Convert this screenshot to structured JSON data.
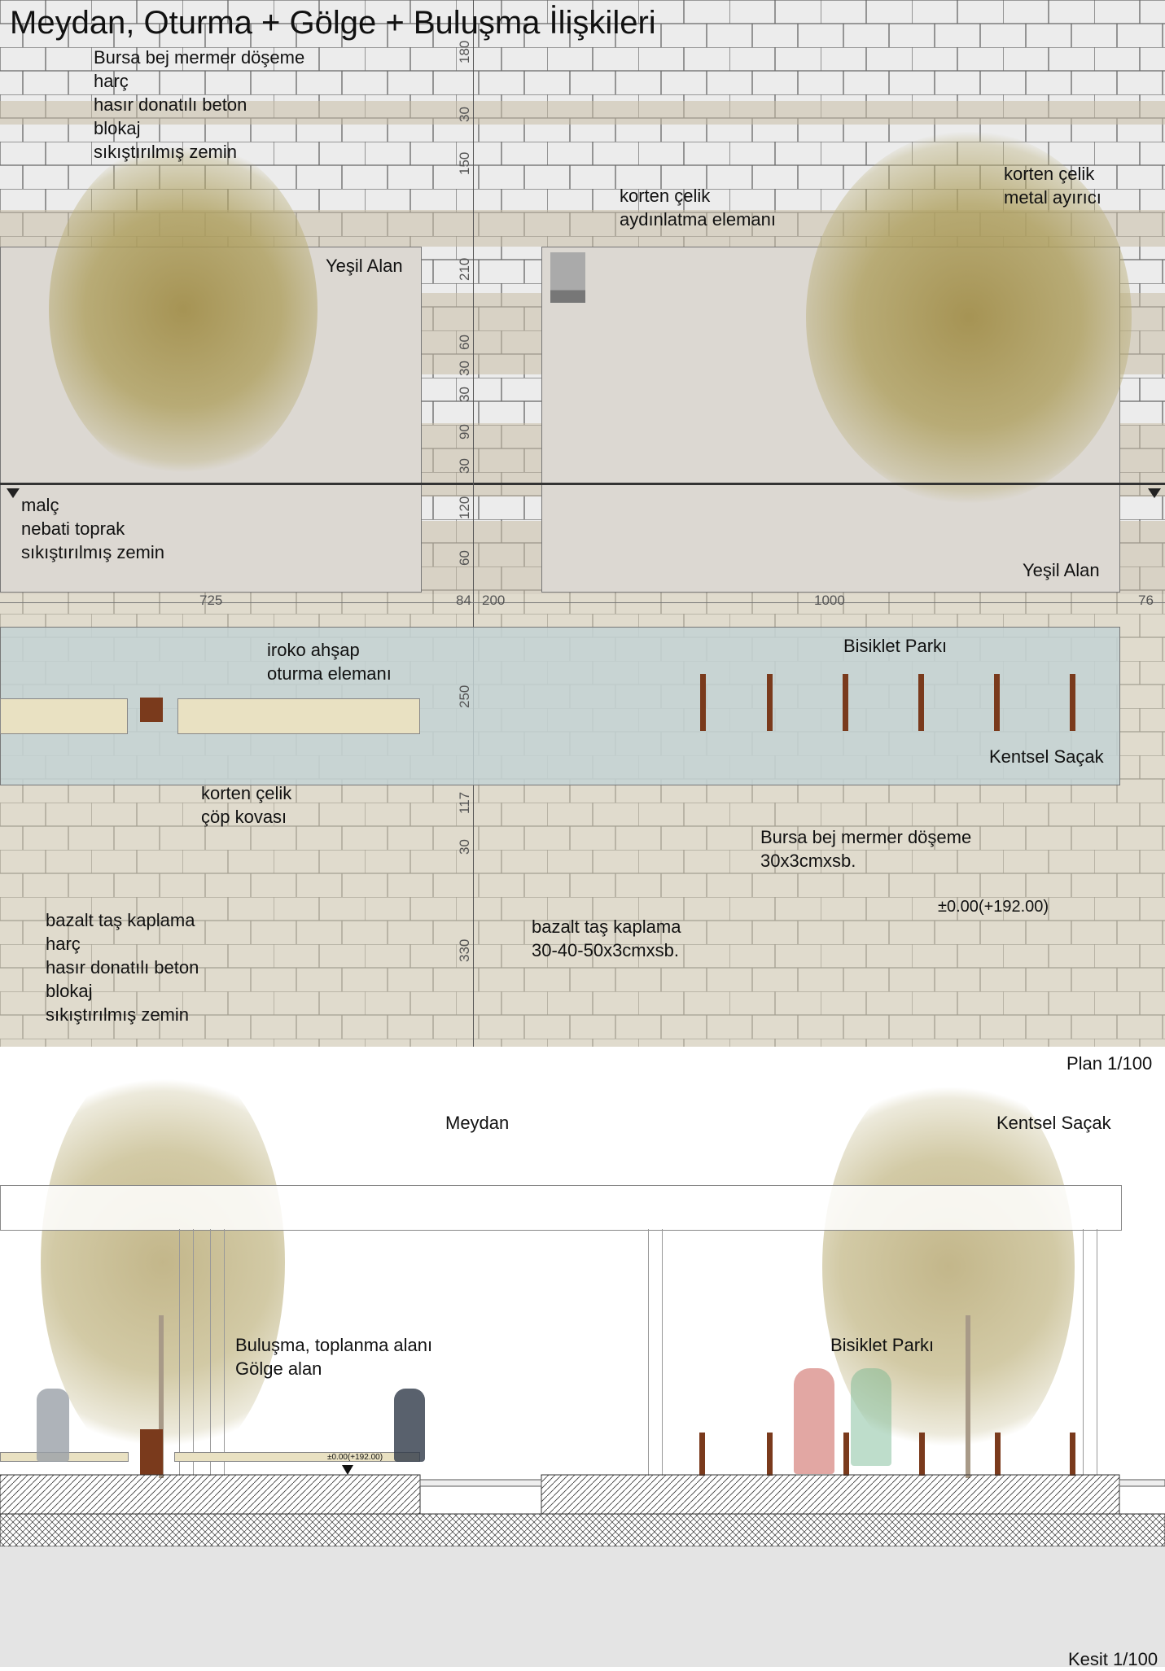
{
  "title": "Meydan, Oturma + Gölge + Buluşma İlişkileri",
  "plan": {
    "top_layers": [
      "Bursa bej mermer döşeme",
      "harç",
      "hasır donatılı beton",
      "blokaj",
      "sıkıştırılmış zemin"
    ],
    "lighting": [
      "korten çelik",
      "aydınlatma elemanı"
    ],
    "divider": [
      "korten çelik",
      "metal ayırıcı"
    ],
    "green_left": "Yeşil Alan",
    "green_right": "Yeşil Alan",
    "green_layers": [
      "malç",
      "nebati toprak",
      "sıkıştırılmış zemin"
    ],
    "seating": [
      "iroko ahşap",
      "oturma elemanı"
    ],
    "bike_park": "Bisiklet Parkı",
    "urban_edge": "Kentsel Saçak",
    "bin": [
      "korten çelik",
      "çöp kovası"
    ],
    "marble": [
      "Bursa bej mermer döşeme",
      "30x3cmxsb."
    ],
    "elevation": "±0.00(+192.00)",
    "basalt": [
      "bazalt taş kaplama",
      "30-40-50x3cmxsb."
    ],
    "bottom_layers": [
      "bazalt taş kaplama",
      "harç",
      "hasır donatılı beton",
      "blokaj",
      "sıkıştırılmış zemin"
    ],
    "horizontal_dims": [
      "725",
      "84",
      "200",
      "1000",
      "76"
    ],
    "vertical_dims": [
      "180",
      "30",
      "150",
      "210",
      "60",
      "30",
      "30",
      "90",
      "30",
      "120",
      "60",
      "250",
      "117",
      "30",
      "330"
    ],
    "scale_label": "Plan 1/100"
  },
  "section": {
    "plaza": "Meydan",
    "urban_edge": "Kentsel Saçak",
    "meeting": [
      "Buluşma, toplanma alanı",
      "Gölge alan"
    ],
    "bike_park": "Bisiklet Parkı",
    "elevation": "±0.00(+192.00)",
    "scale_label": "Kesit 1/100"
  },
  "colors": {
    "corten": "#7a3a1c",
    "paving": "#e9e9e9",
    "beige": "#d8d2c0",
    "green_area": "#dcd8d2",
    "edge_band": "#c9d3d3"
  }
}
